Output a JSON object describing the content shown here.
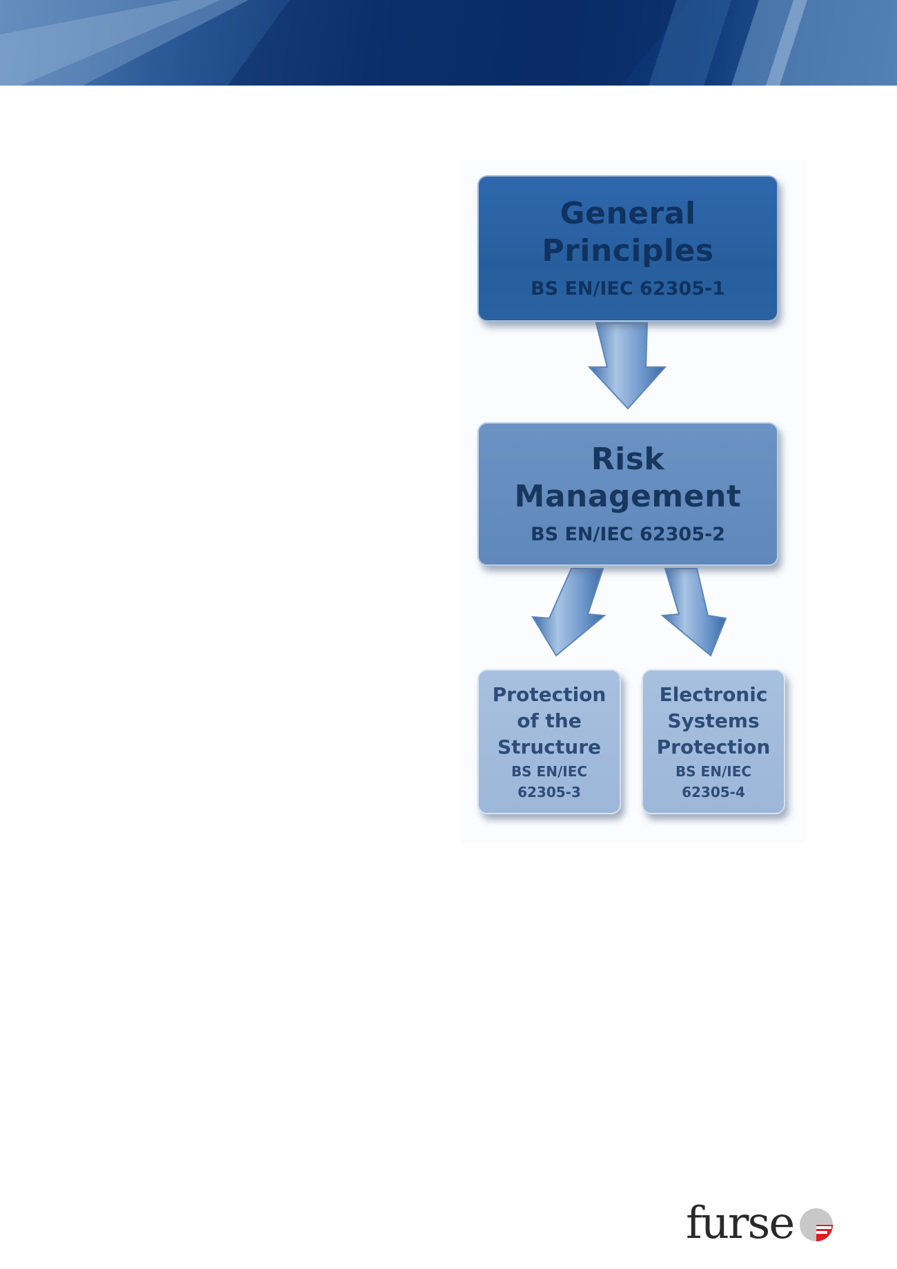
{
  "diagram": {
    "boxes": [
      {
        "id": "general",
        "title_lines": [
          "General",
          "Principles"
        ],
        "code": "BS EN/IEC 62305-1"
      },
      {
        "id": "risk",
        "title_lines": [
          "Risk",
          "Management"
        ],
        "code": "BS EN/IEC 62305-2"
      },
      {
        "id": "protection",
        "title_lines": [
          "Protection",
          "of the",
          "Structure"
        ],
        "code_lines": [
          "BS EN/IEC",
          "62305-3"
        ]
      },
      {
        "id": "electronic",
        "title_lines": [
          "Electronic",
          "Systems",
          "Protection"
        ],
        "code_lines": [
          "BS EN/IEC",
          "62305-4"
        ]
      }
    ],
    "colors": {
      "general_box": "#2a62a3",
      "risk_box": "#6389bc",
      "sub_box": "#a3bcdc",
      "arrow": "#5f8cc4"
    }
  },
  "logo": {
    "text": "furse",
    "mark_colors": {
      "circle": "#c8c8c8",
      "accent": "#e21b23"
    }
  }
}
